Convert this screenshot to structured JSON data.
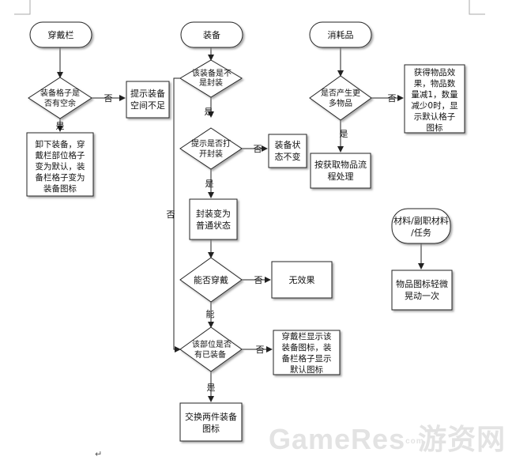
{
  "nodes": {
    "start_equip_bar": "穿戴栏",
    "start_equip": "装备",
    "start_consumable": "消耗品",
    "start_material": [
      "材料/副职材料",
      "/任务"
    ],
    "dec_slot_free": [
      "装备格子是",
      "否有空余"
    ],
    "box_no_space": [
      "提示装备",
      "空间不足"
    ],
    "box_unequip": [
      "卸下装备，穿",
      "戴栏部位格子",
      "变为默认，装",
      "备栏格子变为",
      "装备图标"
    ],
    "dec_sealed": [
      "该装备是不",
      "是封装"
    ],
    "dec_unseal_prompt": [
      "提示是否打",
      "开封装"
    ],
    "box_state_unchanged": [
      "装备状",
      "态不变"
    ],
    "box_to_normal": [
      "封装变为",
      "普通状态"
    ],
    "dec_can_wear": "能否穿戴",
    "box_no_effect": "无效果",
    "dec_slot_equipped": [
      "该部位是否",
      "有已装备"
    ],
    "box_show_icon": [
      "穿戴栏显示该",
      "装备图标，装",
      "备栏格子显示",
      "默认图标"
    ],
    "box_swap": [
      "交换两件装备",
      "图标"
    ],
    "dec_multi_items": [
      "是否产生更",
      "多物品"
    ],
    "box_item_effect": [
      "获得物品效",
      "果，物品数",
      "量减1，数量",
      "减少0时，显",
      "示默认格子",
      "图标"
    ],
    "box_item_flow": [
      "按获取物品流",
      "程处理"
    ],
    "box_icon_shake": [
      "物品图标轻微",
      "晃动一次"
    ]
  },
  "edge_labels": {
    "slot_free_no": "否",
    "slot_free_yes": "是",
    "sealed_yes": "是",
    "sealed_no": "否",
    "unseal_no": "否",
    "unseal_yes": "是",
    "can_wear_no": "否",
    "can_wear_yes": "能",
    "equipped_no": "否",
    "equipped_yes": "是",
    "multi_no": "否",
    "multi_yes": "是"
  },
  "watermark": {
    "main": "GameRes",
    "small": "com",
    "cn": "游资网"
  },
  "paragraph_mark": "↵"
}
